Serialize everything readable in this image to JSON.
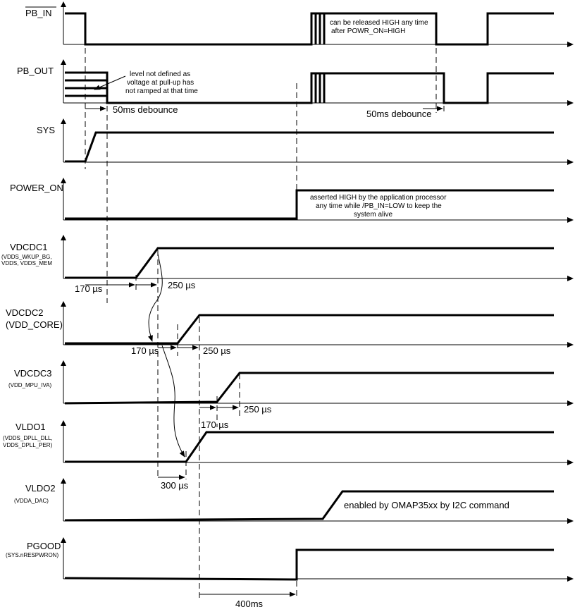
{
  "signals": {
    "pb_in": {
      "label": "PB_IN"
    },
    "pb_out": {
      "label": "PB_OUT"
    },
    "sys": {
      "label": "SYS"
    },
    "power_on": {
      "label": "POWER_ON"
    },
    "vdcdc1": {
      "label": "VDCDC1",
      "sub1": "(VDDS_WKUP_BG,",
      "sub2": "VDDS, VDDS_MEM"
    },
    "vdcdc2": {
      "label": "VDCDC2",
      "sub1": "(VDD_CORE)"
    },
    "vdcdc3": {
      "label": "VDCDC3",
      "sub1": "(VDD_MPU_IVA)"
    },
    "vldo1": {
      "label": "VLDO1",
      "sub1": "(VDDS_DPLL_DLL,",
      "sub2": "VDDS_DPLL_PER)"
    },
    "vldo2": {
      "label": "VLDO2",
      "sub1": "(VDDA_DAC)"
    },
    "pgood": {
      "label": "PGOOD",
      "sub1": "(SYS.nRESPWRON)"
    }
  },
  "annotations": {
    "pb_in_release_1": "can be released HIGH any time",
    "pb_in_release_2": "after POWR_ON=HIGH",
    "pb_out_undef_1": "level not defined as",
    "pb_out_undef_2": "voltage at pull-up has",
    "pb_out_undef_3": "not ramped at that time",
    "power_on_1": "asserted HIGH by the application processor",
    "power_on_2": "any time while /PB_IN=LOW to keep the",
    "power_on_3": "system alive",
    "vldo2_note": "enabled by OMAP35xx by I2C command"
  },
  "timings": {
    "debounce_1": "50ms debounce",
    "debounce_2": "50ms debounce",
    "vdcdc1_delay": "170 µs",
    "vdcdc1_ramp": "250 µs",
    "vdcdc2_delay": "170 µs",
    "vdcdc2_ramp": "250 µs",
    "vdcdc3_ramp": "250 µs",
    "vdcdc3_delay": "170 µs",
    "vldo1_delay": "300 µs",
    "pgood_delay": "400ms"
  }
}
